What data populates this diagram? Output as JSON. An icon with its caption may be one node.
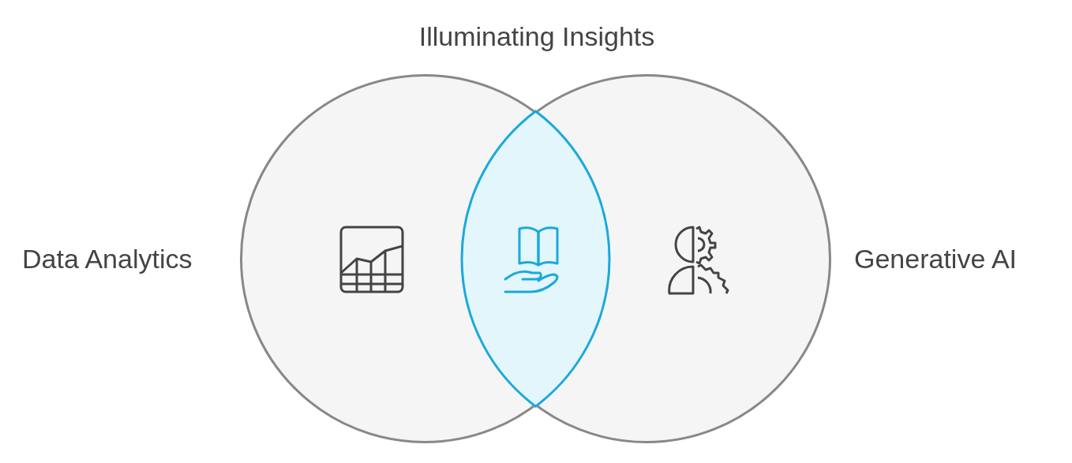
{
  "diagram": {
    "nodes": [
      {
        "text": [
          "Data Analytics"
        ]
      },
      {
        "text": [
          "Generative AI"
        ]
      },
      {
        "text": [
          "Illuminating Insights"
        ]
      }
    ]
  }
}
